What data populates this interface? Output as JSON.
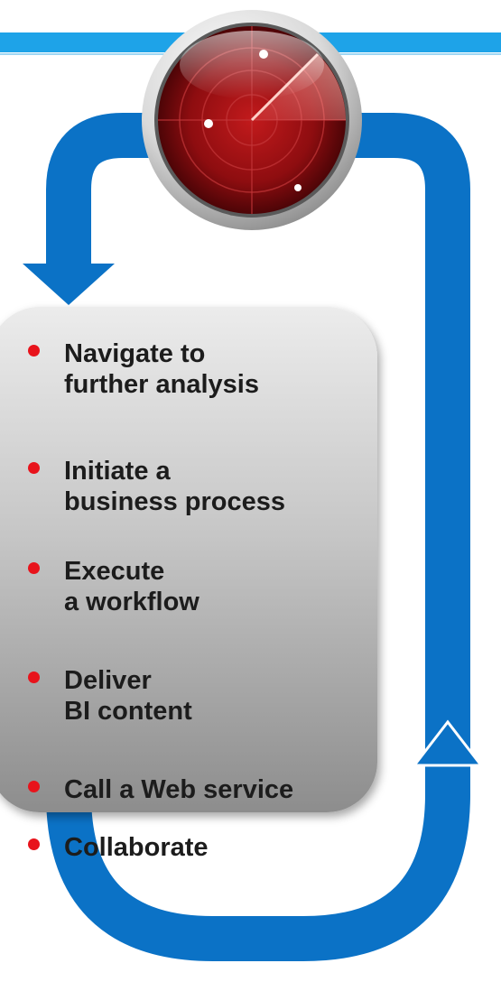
{
  "colors": {
    "arrow_blue": "#0b72c6",
    "top_bar_blue": "#1ea3e8",
    "bullet_red": "#e8131b",
    "panel_gray": "#a9a9a9",
    "radar_red": "#8e0d10"
  },
  "icons": {
    "radar": "radar-icon",
    "down_arrow": "arrow-down-icon",
    "up_arrow": "arrow-up-icon"
  },
  "items": [
    {
      "label": "Navigate to\nfurther analysis"
    },
    {
      "label": "Initiate a\nbusiness process"
    },
    {
      "label": "Execute\na workflow"
    },
    {
      "label": "Deliver\nBI content"
    },
    {
      "label": "Call a Web service"
    },
    {
      "label": "Collaborate"
    }
  ]
}
